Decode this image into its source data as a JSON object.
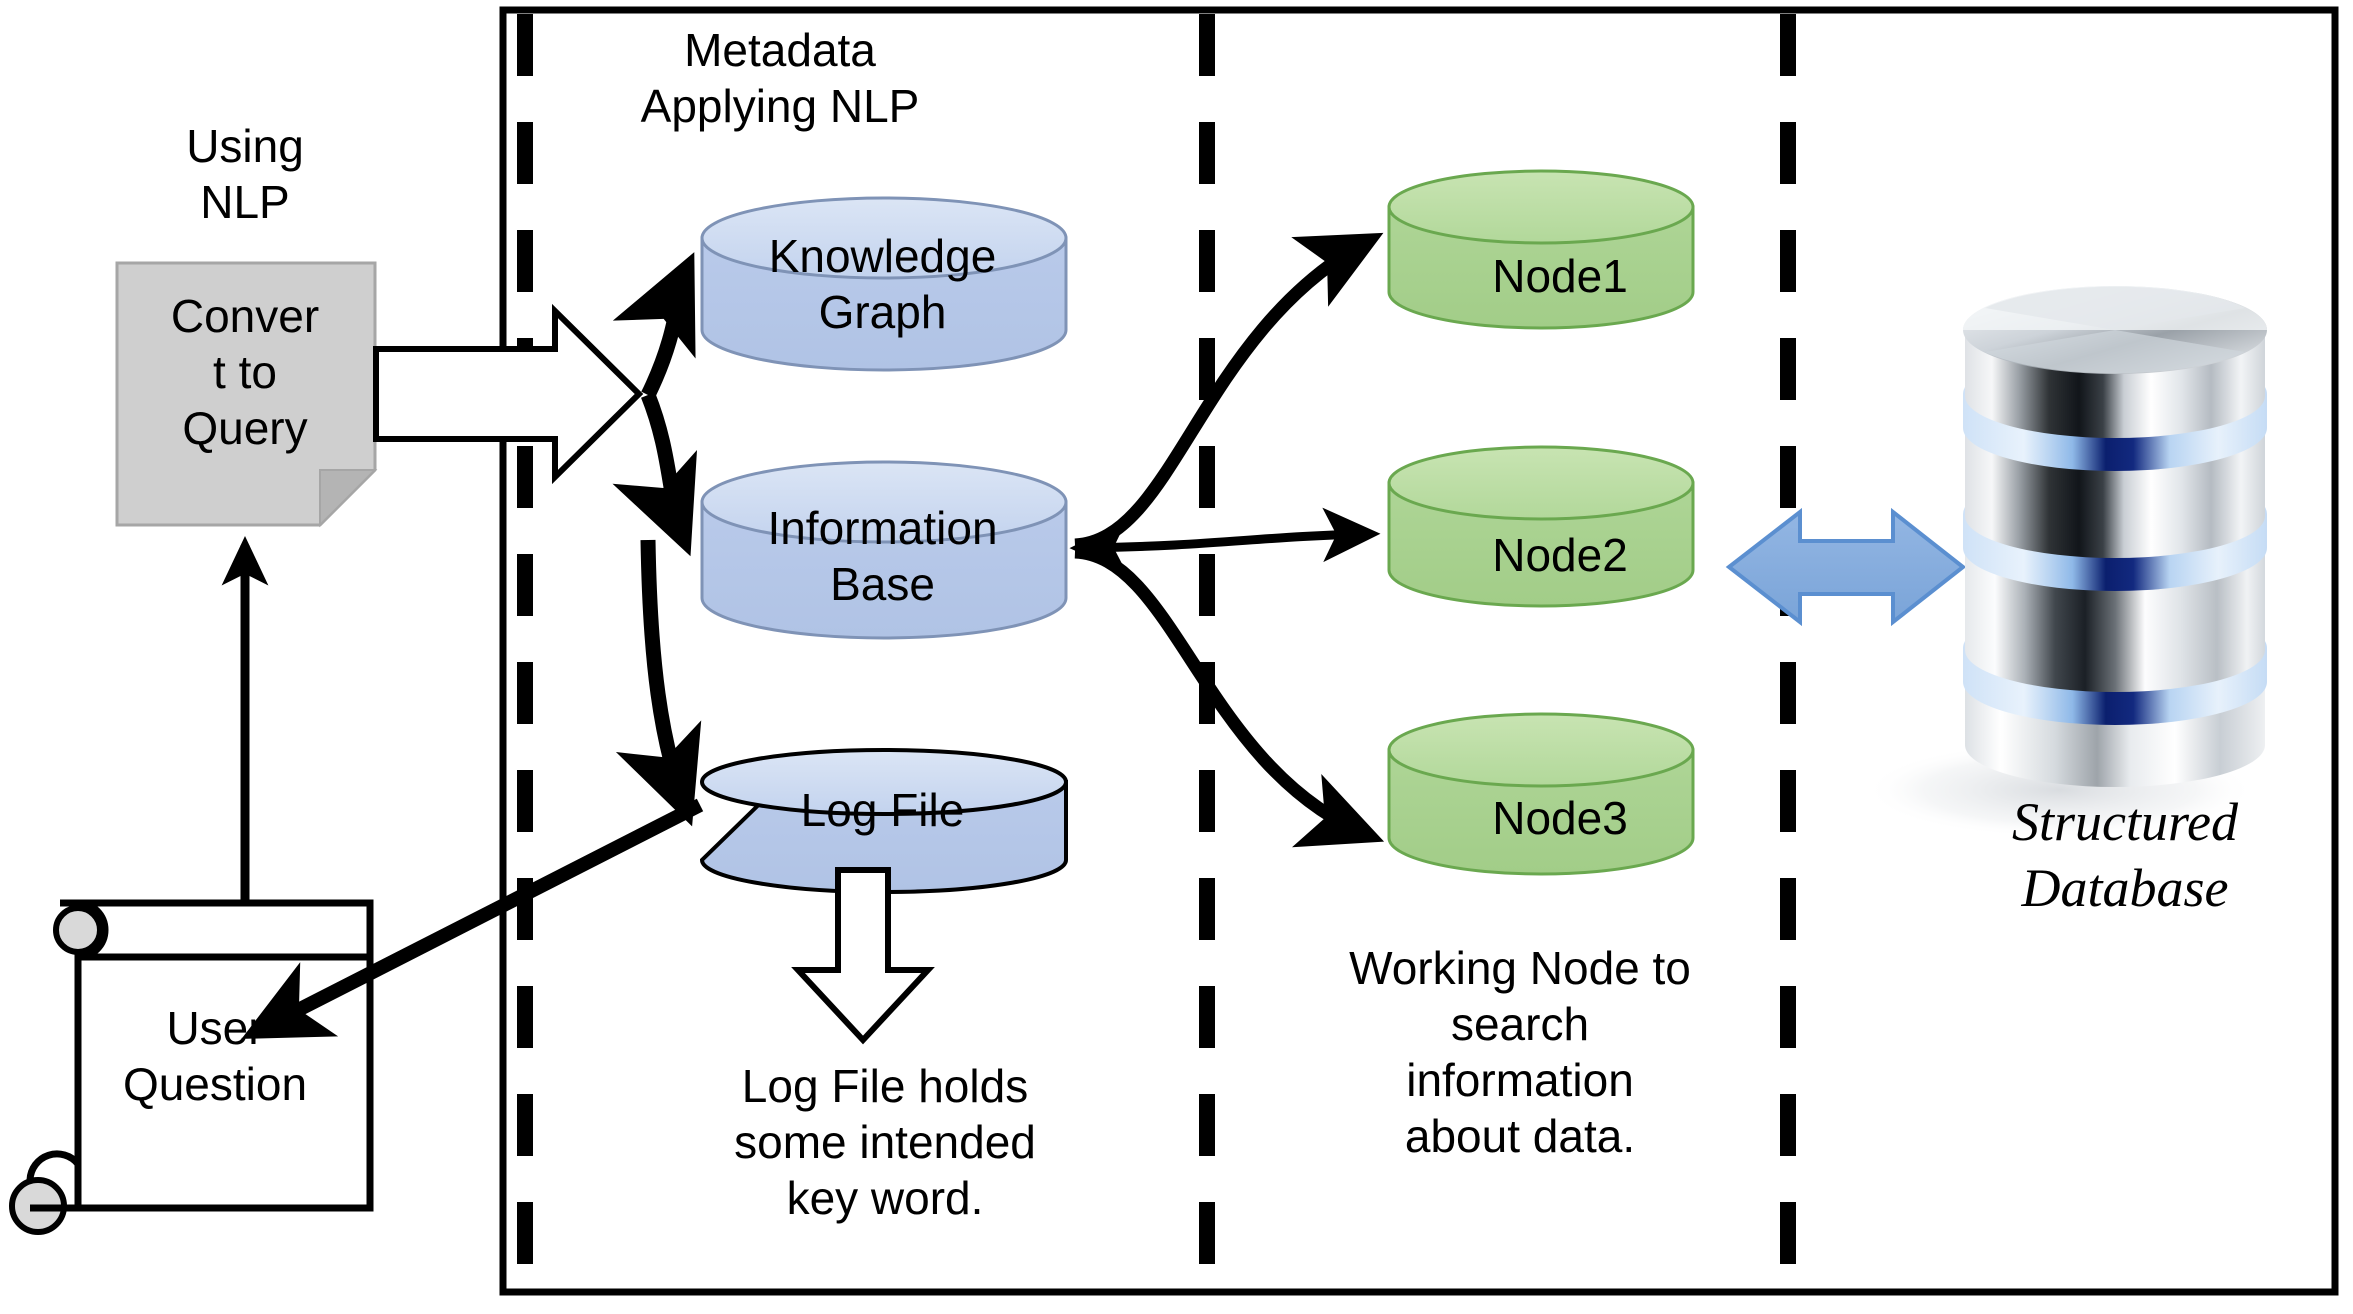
{
  "diagram": {
    "title_caption_left": "Using\nNLP",
    "nodes": {
      "convert_box": {
        "label": "Conver\nt to\nQuery",
        "shape": "document-folded-corner",
        "fill": "#cfcfcf"
      },
      "user_question": {
        "label": "User\nQuestion",
        "shape": "scroll",
        "fill": "#ffffff"
      },
      "knowledge_graph": {
        "label": "Knowledge\nGraph",
        "shape": "cylinder",
        "fill": "#b4c7e7"
      },
      "information_base": {
        "label": "Information\nBase",
        "shape": "cylinder",
        "fill": "#b4c7e7"
      },
      "log_file": {
        "label": "Log File",
        "shape": "cylinder",
        "fill": "#b4c7e7"
      },
      "node1": {
        "label": "Node1",
        "shape": "cylinder",
        "fill": "#a9d18e"
      },
      "node2": {
        "label": "Node2",
        "shape": "cylinder",
        "fill": "#a9d18e"
      },
      "node3": {
        "label": "Node3",
        "shape": "cylinder",
        "fill": "#a9d18e"
      },
      "structured_database": {
        "label": "Structured\nDatabase",
        "shape": "chrome-database-stack"
      }
    },
    "section_captions": {
      "metadata": "Metadata\nApplying NLP",
      "log_file_note": "Log File holds\nsome intended\nkey word.",
      "working_node_note": "Working Node to\nsearch\ninformation\nabout data."
    },
    "colors": {
      "blue_cylinder": "#b4c7e7",
      "blue_cylinder_top": "#cddbf0",
      "green_cylinder": "#a9d18e",
      "green_cylinder_top": "#c2e0ac",
      "gray_box": "#cfcfcf",
      "blue_arrow": "#7fa7dd",
      "blue_arrow_stroke": "#5b8fd0",
      "outline": "#000000",
      "background": "#ffffff"
    },
    "connectors": [
      {
        "name": "convert-to-metadata",
        "style": "white-block-arrow",
        "from": "convert_box",
        "to": "metadata-zone"
      },
      {
        "name": "hub-to-knowledge-graph",
        "style": "curved-arrow",
        "to": "knowledge_graph"
      },
      {
        "name": "hub-to-information-base",
        "style": "curved-arrow",
        "to": "information_base"
      },
      {
        "name": "hub-to-log-file",
        "style": "curved-arrow",
        "to": "log_file"
      },
      {
        "name": "information-base-to-node1",
        "style": "curved-arrow",
        "to": "node1"
      },
      {
        "name": "information-base-to-node2",
        "style": "double-headed-arrow",
        "to": "node2"
      },
      {
        "name": "information-base-to-node3",
        "style": "curved-arrow",
        "to": "node3"
      },
      {
        "name": "node2-to-structured-database",
        "style": "blue-double-block-arrow",
        "to": "structured_database"
      },
      {
        "name": "log-file-to-user-question",
        "style": "thick-arrow",
        "to": "user_question"
      },
      {
        "name": "user-question-to-convert",
        "style": "thin-arrow",
        "to": "convert_box"
      },
      {
        "name": "log-file-note-arrow",
        "style": "white-block-arrow-down",
        "to": "log_file_note"
      }
    ],
    "divider_count": 3
  }
}
